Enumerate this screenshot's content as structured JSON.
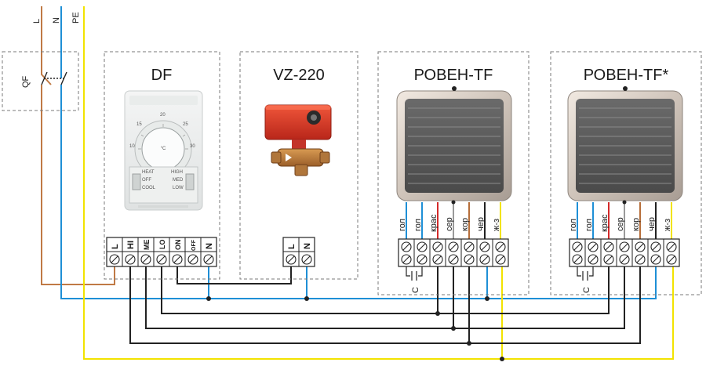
{
  "colors": {
    "L": "#c07a45",
    "N": "#1e8fd6",
    "PE": "#f2e300",
    "black": "#222222",
    "red": "#d42a2a",
    "grey": "#9a9a9a",
    "brown": "#b66e3a"
  },
  "supply": {
    "L": "L",
    "N": "N",
    "PE": "PE"
  },
  "breaker": {
    "label": "QF"
  },
  "thermostat": {
    "title": "DF",
    "dial_unit": "°C",
    "dial_numbers": [
      "10",
      "15",
      "20",
      "25",
      "30"
    ],
    "switch_labels": [
      "HEAT",
      "OFF",
      "COOL",
      "HIGH",
      "MED",
      "LOW"
    ],
    "terminals": [
      "L",
      "HI",
      "ME",
      "LO",
      "ON",
      "OFF",
      "N"
    ]
  },
  "valve": {
    "title": "VZ-220",
    "terminals": [
      "L",
      "N"
    ]
  },
  "heater1": {
    "title": "РОВЕН-TF",
    "wires": [
      "гол",
      "гол",
      "крас",
      "сер",
      "кор",
      "чер",
      "ж-з"
    ],
    "capacitor": "C"
  },
  "heater2": {
    "title": "РОВЕН-TF*",
    "wires": [
      "гол",
      "гол",
      "крас",
      "сер",
      "кор",
      "чер",
      "ж-з"
    ],
    "capacitor": "C"
  },
  "icons": [
    "thermostat-photo",
    "motorized-valve-photo",
    "fan-heater-photo",
    "screw-terminal-icon",
    "capacitor-icon",
    "breaker-switch-icon"
  ]
}
